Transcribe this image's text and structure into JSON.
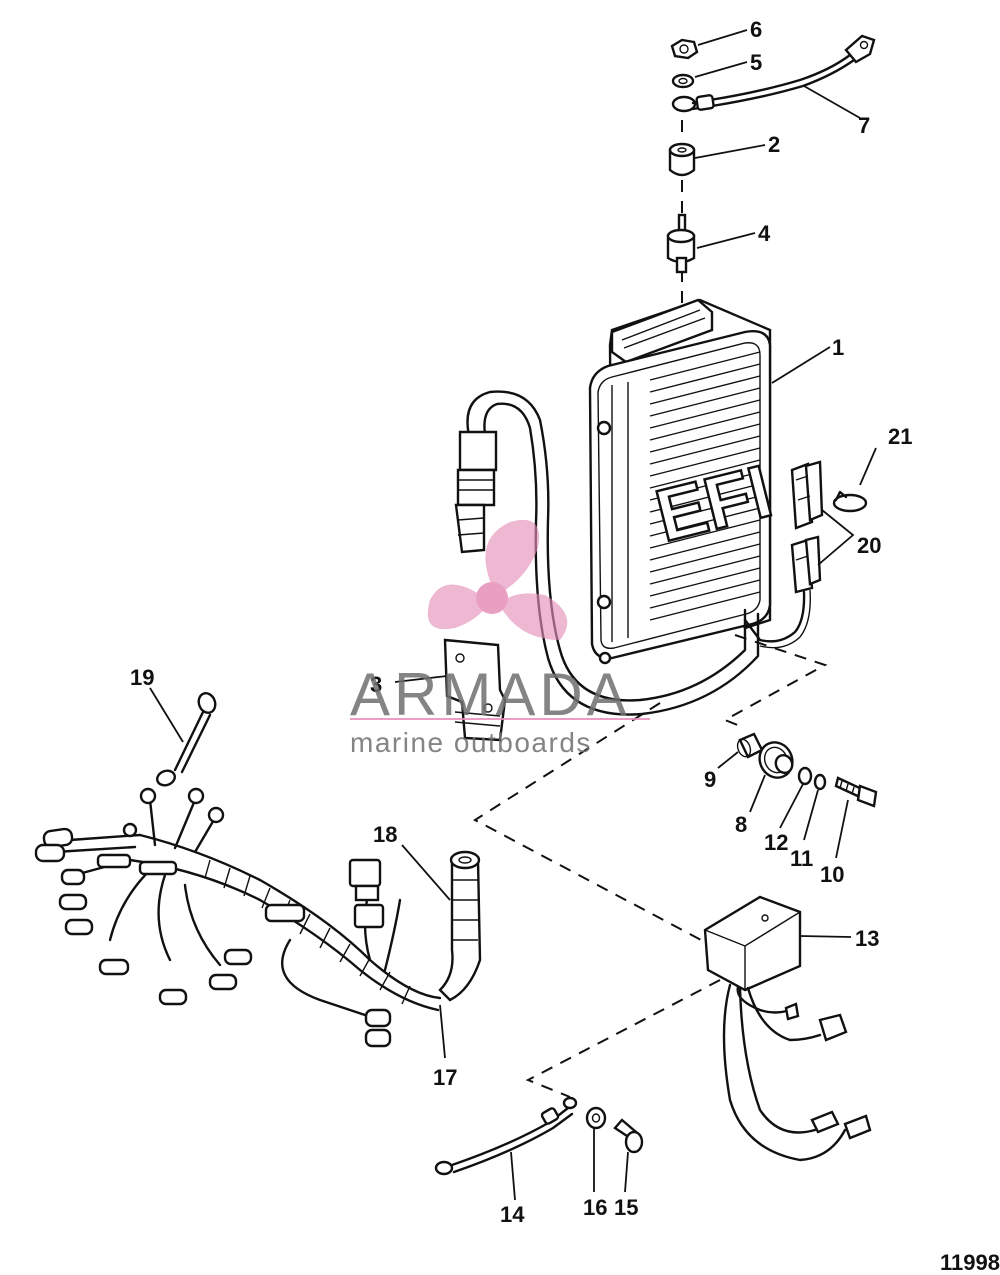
{
  "diagram": {
    "figure_number": "11998",
    "callouts": [
      "1",
      "2",
      "3",
      "4",
      "5",
      "6",
      "7",
      "8",
      "9",
      "10",
      "11",
      "12",
      "13",
      "14",
      "15",
      "16",
      "17",
      "18",
      "19",
      "20",
      "21"
    ]
  },
  "watermark": {
    "brand": "ARMADA",
    "tagline": "marine outboards",
    "accent_color": "#e48fb8",
    "icon": "propeller-icon"
  },
  "module_logo": "EFI"
}
